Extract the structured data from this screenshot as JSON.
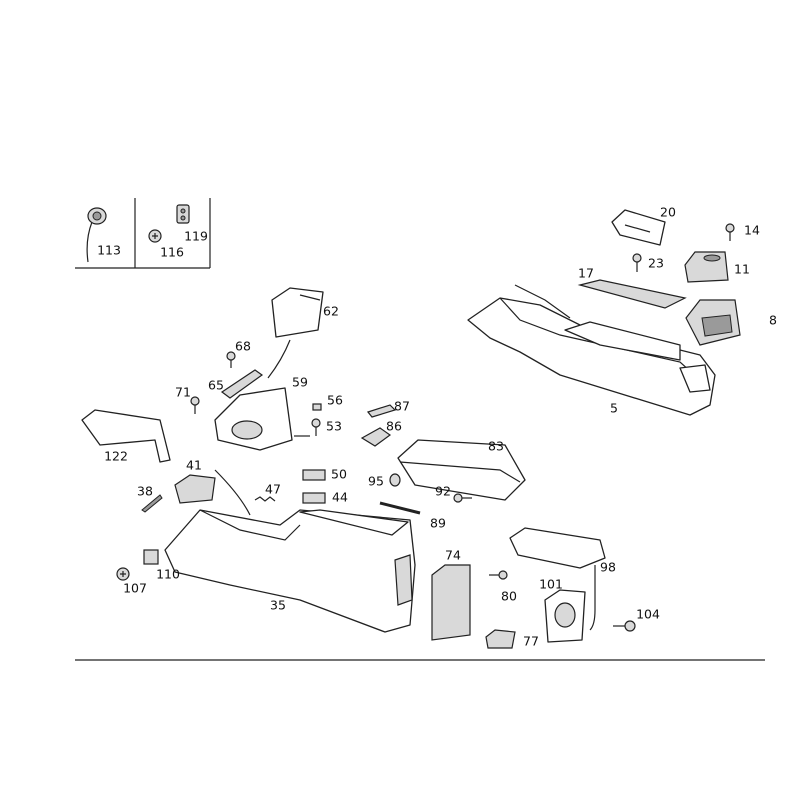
{
  "diagram": {
    "callouts": [
      {
        "id": "113"
      },
      {
        "id": "116"
      },
      {
        "id": "119"
      },
      {
        "id": "62"
      },
      {
        "id": "68"
      },
      {
        "id": "65"
      },
      {
        "id": "59"
      },
      {
        "id": "71"
      },
      {
        "id": "56"
      },
      {
        "id": "53"
      },
      {
        "id": "87"
      },
      {
        "id": "86"
      },
      {
        "id": "83"
      },
      {
        "id": "122"
      },
      {
        "id": "41"
      },
      {
        "id": "50"
      },
      {
        "id": "44"
      },
      {
        "id": "47"
      },
      {
        "id": "38"
      },
      {
        "id": "95"
      },
      {
        "id": "92"
      },
      {
        "id": "89"
      },
      {
        "id": "35"
      },
      {
        "id": "110"
      },
      {
        "id": "107"
      },
      {
        "id": "74"
      },
      {
        "id": "80"
      },
      {
        "id": "101"
      },
      {
        "id": "98"
      },
      {
        "id": "104"
      },
      {
        "id": "77"
      },
      {
        "id": "20"
      },
      {
        "id": "14"
      },
      {
        "id": "23"
      },
      {
        "id": "11"
      },
      {
        "id": "17"
      },
      {
        "id": "8"
      },
      {
        "id": "5"
      }
    ]
  }
}
